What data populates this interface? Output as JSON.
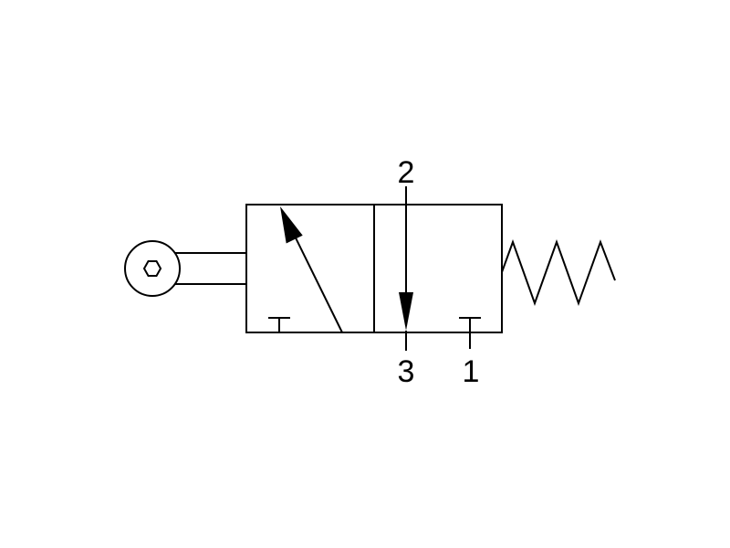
{
  "diagram": {
    "ports": {
      "port_2": "2",
      "port_3": "3",
      "port_1": "1"
    },
    "actuator": "roller-lever",
    "return_mechanism": "spring",
    "colors": {
      "line": "#000000",
      "background": "#ffffff"
    }
  }
}
